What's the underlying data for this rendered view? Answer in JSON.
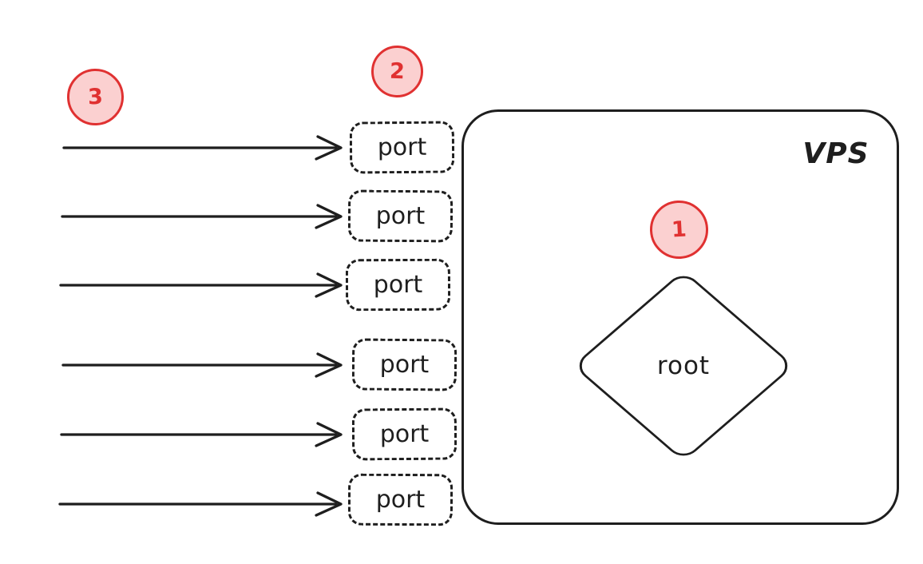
{
  "diagram": {
    "vps": {
      "label": "VPS"
    },
    "root_node": {
      "label": "root"
    },
    "ports": [
      {
        "label": "port"
      },
      {
        "label": "port"
      },
      {
        "label": "port"
      },
      {
        "label": "port"
      },
      {
        "label": "port"
      },
      {
        "label": "port"
      }
    ],
    "badges": [
      {
        "number": "1"
      },
      {
        "number": "2"
      },
      {
        "number": "3"
      }
    ],
    "arrow_count": 6,
    "colors": {
      "ink": "#1e1e1e",
      "accent_stroke": "#e03131",
      "accent_fill": "#ffc9c9",
      "background": "#ffffff"
    }
  }
}
